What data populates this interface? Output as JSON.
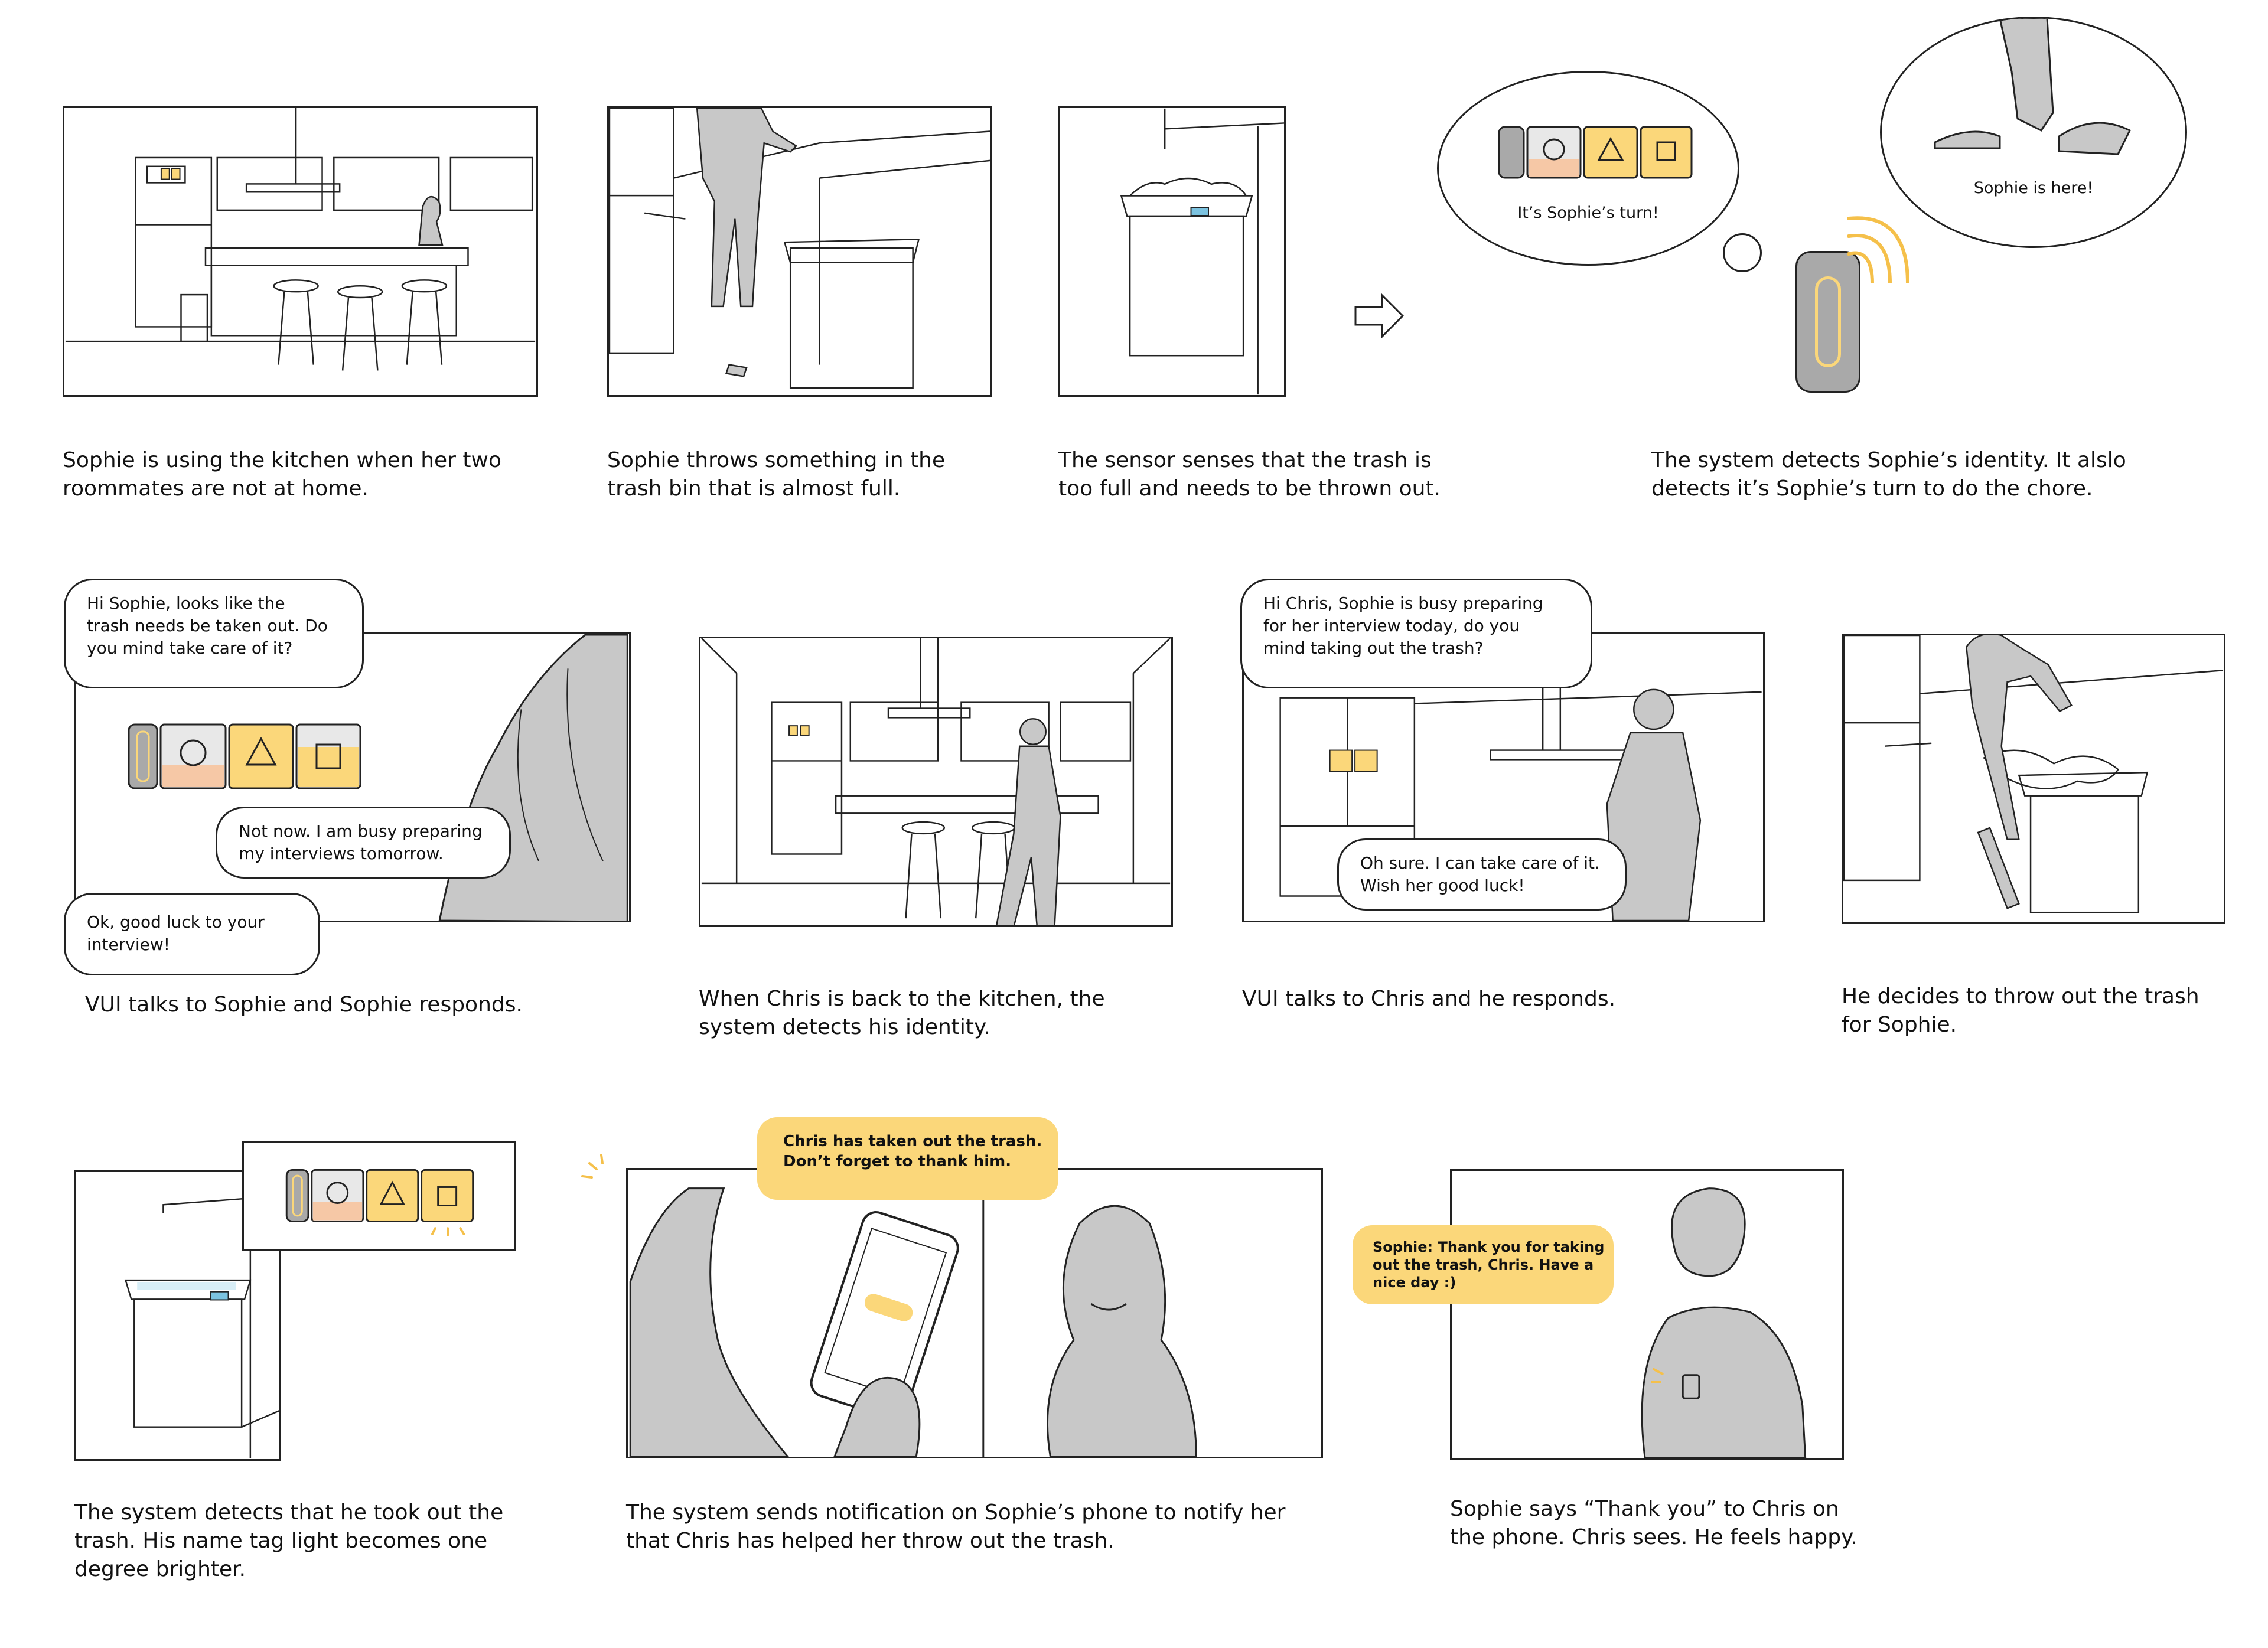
{
  "colors": {
    "yellow": "#fbd77a",
    "peach": "#f6c8a6",
    "gray": "#c8c8c8",
    "line": "#222222",
    "device": "#a9a9a9"
  },
  "captions": [
    "Sophie is using the kitchen when her two",
    "roommates are not at home.",
    "Sophie throws something in the",
    "trash bin that is almost full.",
    "The sensor senses that the trash is",
    "too full and needs to be thrown out.",
    "The system detects Sophie’s identity. It alslo",
    "detects it’s Sophie’s turn to do the chore.",
    "VUI talks to Sophie and Sophie responds.",
    "When Chris is back to the kitchen, the",
    "system detects his identity.",
    "VUI talks to Chris and he responds.",
    "He decides to throw out the trash",
    "for Sophie.",
    "The system detects that he took out the",
    "trash. His name tag light becomes one",
    "degree brighter.",
    "The system sends notification on Sophie’s phone to notify her",
    "that Chris has helped her throw out the trash.",
    "Sophie says “Thank you” to Chris on",
    "the phone. Chris sees. He feels happy."
  ],
  "thoughts": {
    "turn": "It’s Sophie’s turn!",
    "here": "Sophie is here!"
  },
  "bubbles": {
    "vui_sophie": [
      "Hi Sophie, looks like the",
      "trash needs be taken out. Do",
      "you mind take care of it?"
    ],
    "sophie_reply": [
      "Not now. I am busy preparing",
      "my interviews tomorrow."
    ],
    "vui_ok": [
      "Ok, good luck to your",
      "interview!"
    ],
    "vui_chris": [
      "Hi Chris, Sophie is busy preparing",
      "for her interview today, do you",
      "mind taking out the trash?"
    ],
    "chris_reply": [
      "Oh sure. I can take care of it.",
      "Wish her good luck!"
    ]
  },
  "notices": {
    "taken_out": [
      "Chris has taken out the trash.",
      "Don’t forget to thank him."
    ],
    "thank_you": [
      "Sophie: Thank you for taking",
      "out the trash, Chris. Have a",
      "nice day :)"
    ]
  },
  "icons": [
    "circle-icon",
    "triangle-icon",
    "square-icon"
  ]
}
